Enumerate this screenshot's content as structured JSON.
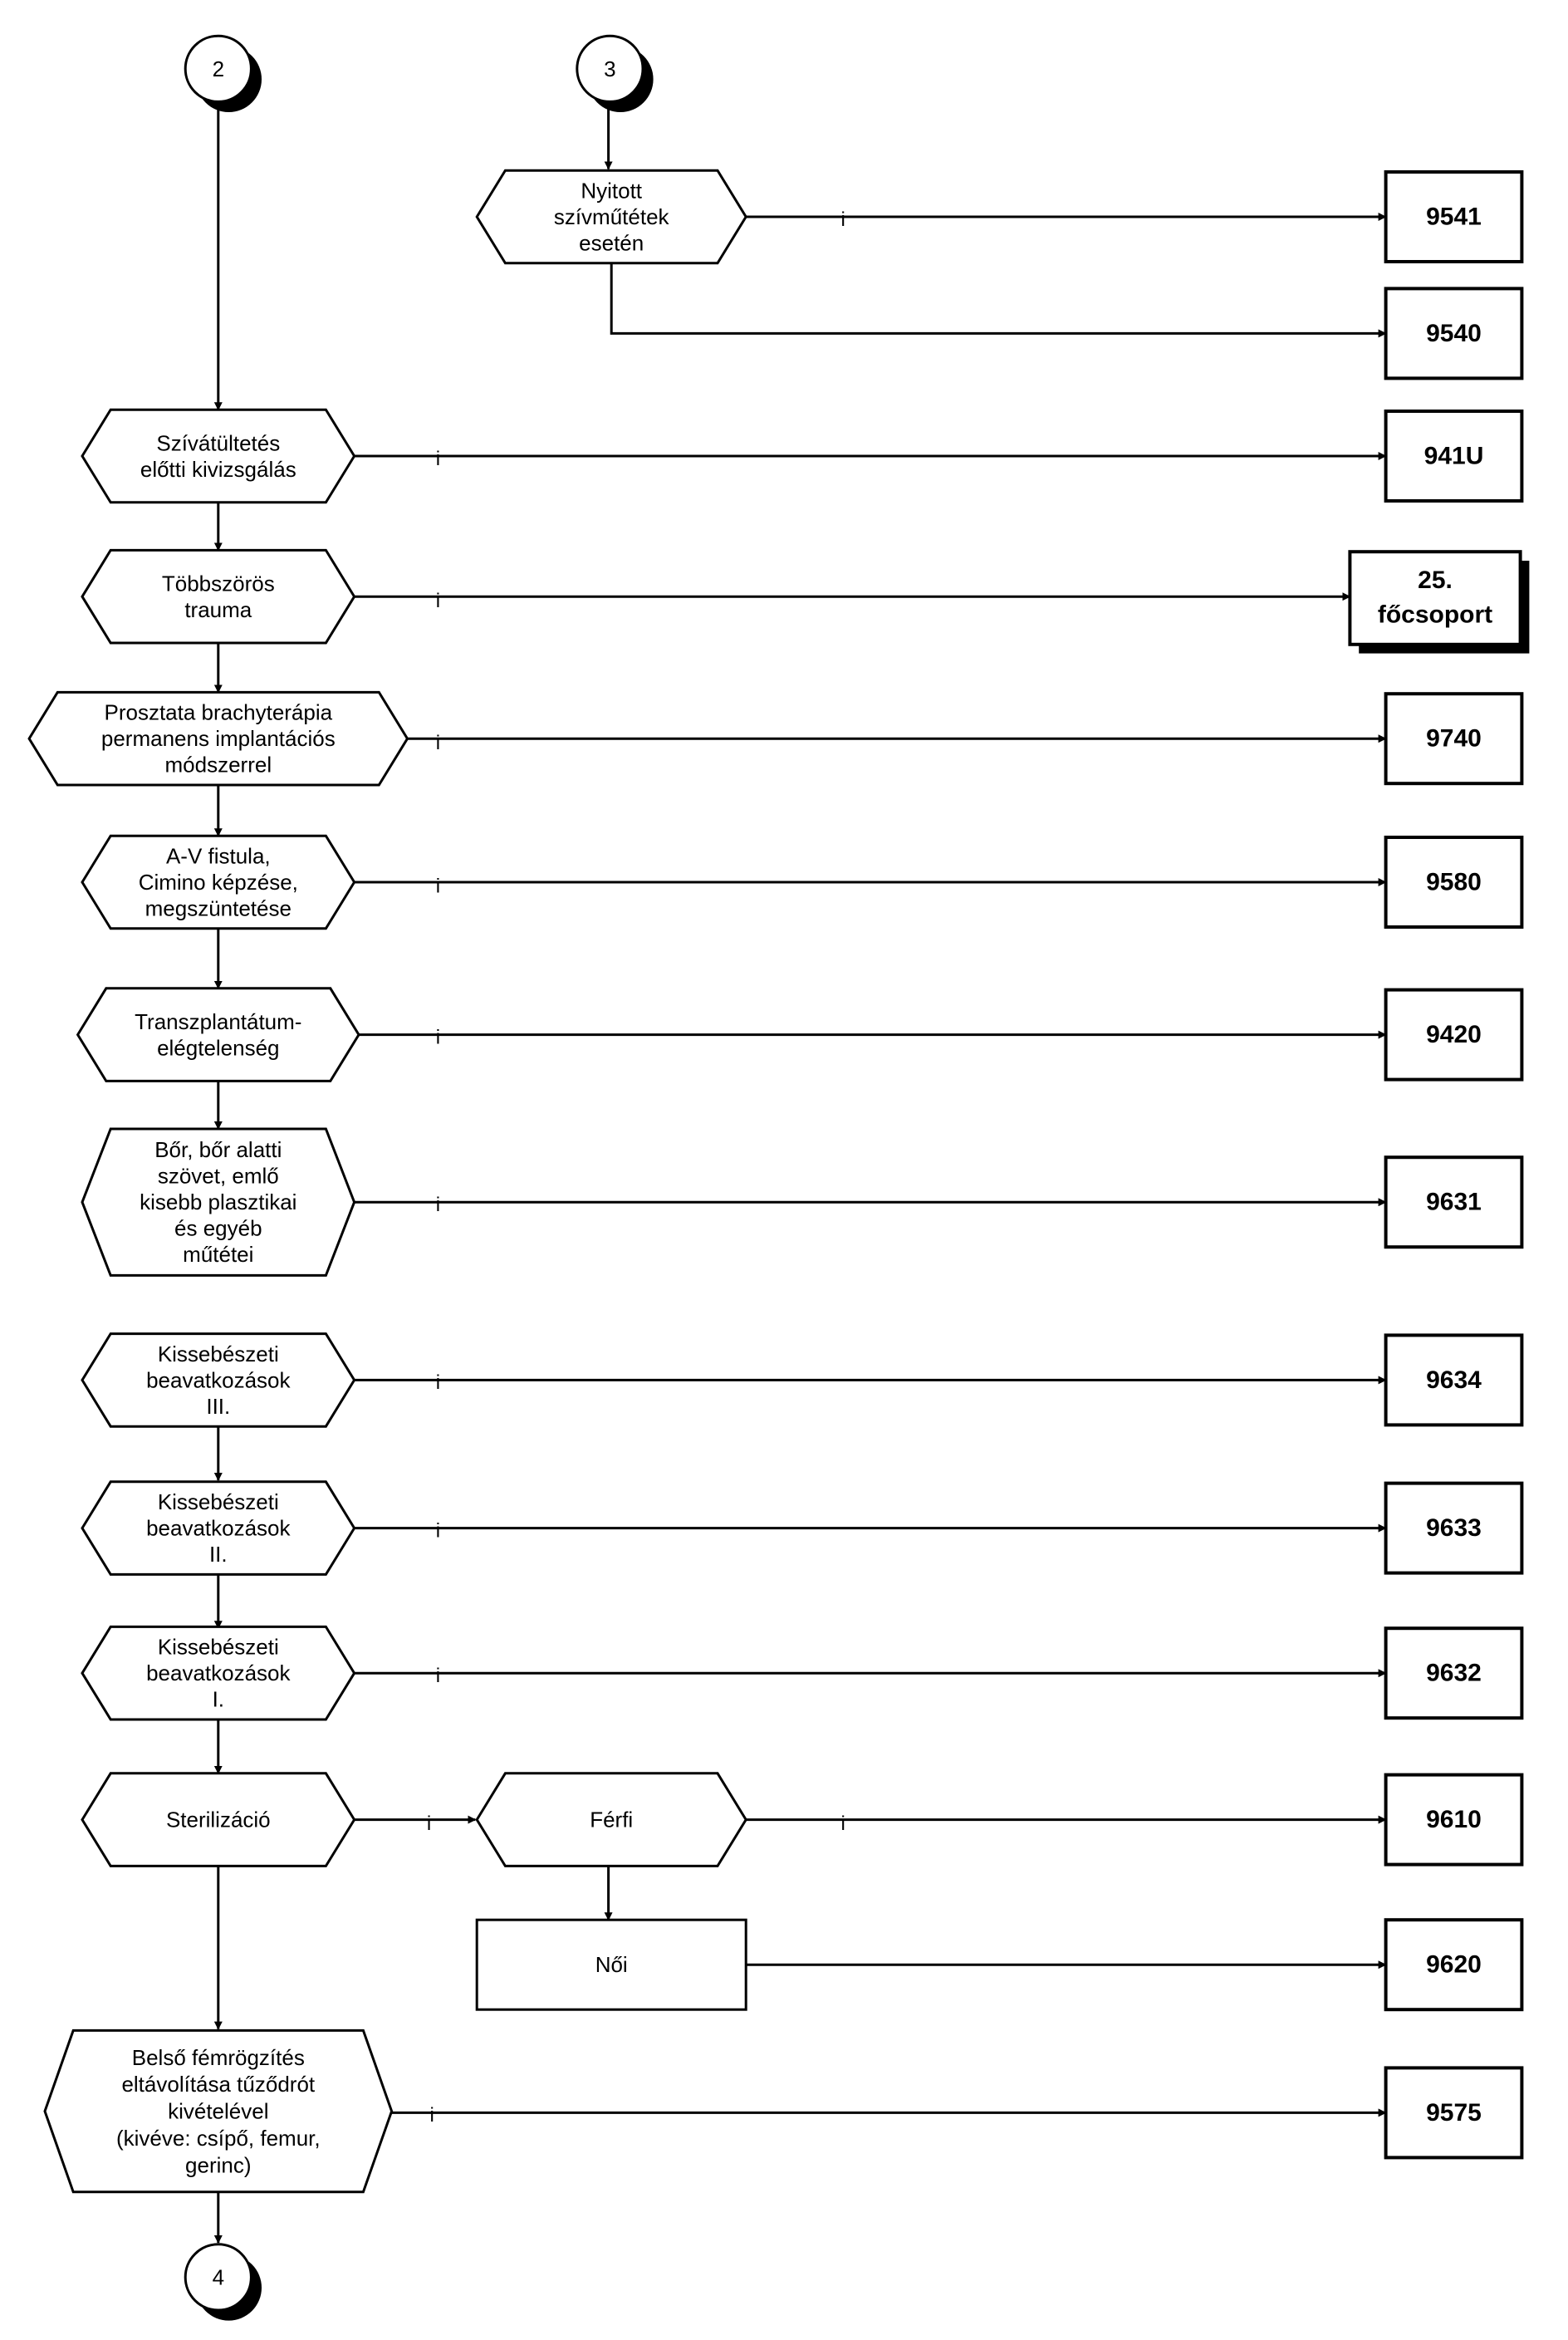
{
  "connectors": {
    "top_left": "2",
    "top_right": "3",
    "bottom": "4"
  },
  "edge_label": "i",
  "decisions": {
    "nyitott": [
      "Nyitott",
      "szívműtétek",
      "esetén"
    ],
    "szivatultetes": [
      "Szívátültetés",
      "előtti kivizsgálás"
    ],
    "tobbszoros": [
      "Többszörös",
      "trauma"
    ],
    "prosztata": [
      "Prosztata brachyterápia",
      "permanens implantációs",
      "módszerrel"
    ],
    "av_fistula": [
      "A-V fistula,",
      "Cimino képzése,",
      "megszüntetése"
    ],
    "transzplantatum": [
      "Transzplantátum-",
      "elégtelenség"
    ],
    "bor": [
      "Bőr, bőr alatti",
      "szövet, emlő",
      "kisebb plasztikai",
      "és egyéb",
      "műtétei"
    ],
    "kissebeszeti_3": [
      "Kissebészeti",
      "beavatkozások",
      "III."
    ],
    "kissebeszeti_2": [
      "Kissebészeti",
      "beavatkozások",
      "II."
    ],
    "kissebeszeti_1": [
      "Kissebészeti",
      "beavatkozások",
      "I."
    ],
    "sterilizacio": [
      "Sterilizáció"
    ],
    "ferfi": [
      "Férfi"
    ],
    "belso": [
      "Belső fémrögzítés",
      "eltávolítása tűződrót",
      "kivételével",
      "(kivéve: csípő, femur,",
      "gerinc)"
    ]
  },
  "process": {
    "noi": "Női"
  },
  "outcomes": {
    "o9541": "9541",
    "o9540": "9540",
    "o941u": "941U",
    "fo25": [
      "25.",
      "főcsoport"
    ],
    "o9740": "9740",
    "o9580": "9580",
    "o9420": "9420",
    "o9631": "9631",
    "o9634": "9634",
    "o9633": "9633",
    "o9632": "9632",
    "o9610": "9610",
    "o9620": "9620",
    "o9575": "9575"
  }
}
